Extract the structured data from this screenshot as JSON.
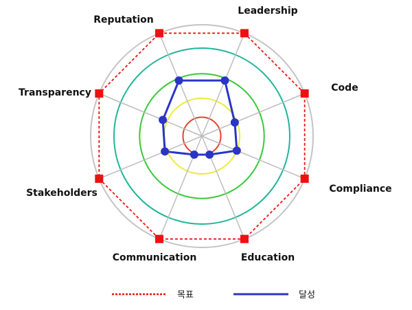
{
  "chart_data": {
    "type": "radar",
    "categories": [
      "Leadership",
      "Code",
      "Compliance",
      "Education",
      "Communication",
      "Stakeholders",
      "Transparency",
      "Reputation"
    ],
    "rlim": [
      0,
      5
    ],
    "grid_levels": [
      {
        "value": 0.85,
        "color": "#e0452a"
      },
      {
        "value": 1.7,
        "color": "#ecec3a"
      },
      {
        "value": 2.8,
        "color": "#36c936"
      },
      {
        "value": 3.95,
        "color": "#1fb59a"
      },
      {
        "value": 5,
        "color": "#c4c4c4"
      }
    ],
    "series": [
      {
        "name": "목표",
        "color": "#ee1111",
        "style": "dashed",
        "marker": "square",
        "values": [
          5,
          5,
          5,
          5,
          5,
          5,
          5,
          5
        ]
      },
      {
        "name": "달성",
        "color": "#2a35c4",
        "style": "solid",
        "marker": "circle",
        "values": [
          2.7,
          1.6,
          1.7,
          0.9,
          0.9,
          1.8,
          1.9,
          2.7
        ]
      }
    ],
    "legend_position": "bottom"
  }
}
